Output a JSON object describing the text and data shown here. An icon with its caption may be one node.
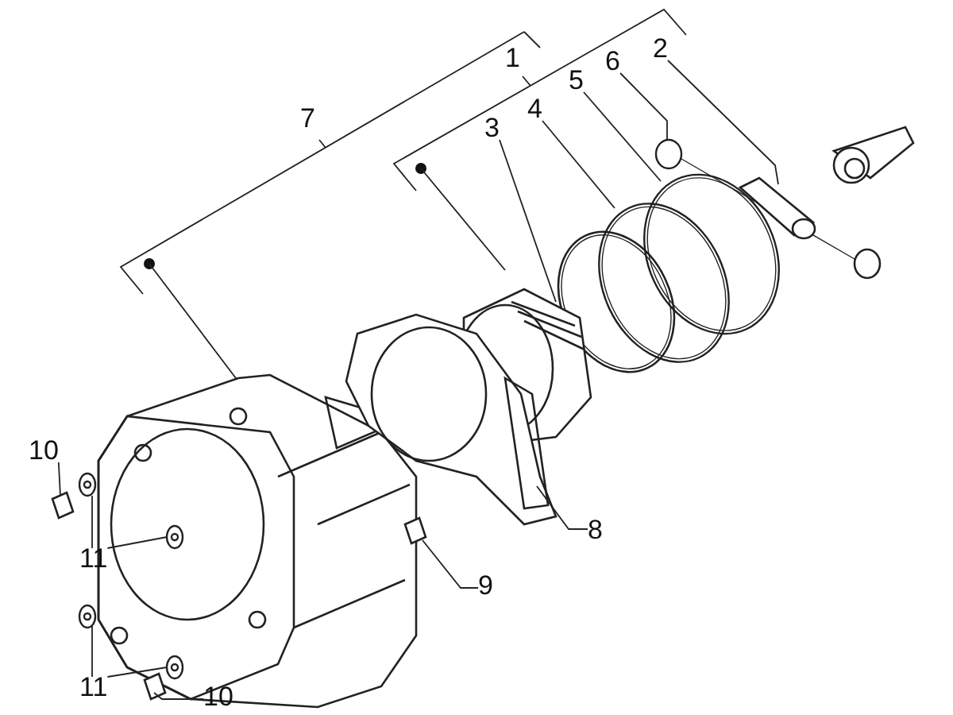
{
  "diagram": {
    "nodes": [
      {
        "text": [
          "2"
        ]
      },
      {
        "text": [
          "1"
        ]
      },
      {
        "text": [
          "6"
        ]
      },
      {
        "text": [
          "5"
        ]
      },
      {
        "text": [
          "4"
        ]
      },
      {
        "text": [
          "3"
        ]
      },
      {
        "text": [
          "7"
        ]
      },
      {
        "text": [
          "10"
        ]
      },
      {
        "text": [
          "8"
        ]
      },
      {
        "text": [
          "11"
        ]
      },
      {
        "text": [
          "9"
        ]
      },
      {
        "text": [
          "11"
        ]
      },
      {
        "text": [
          "10"
        ]
      },
      {
        "text": [],
        "shape": "circle"
      },
      {
        "text": [],
        "shape": "cylinder"
      },
      {
        "text": [],
        "shape": "circle"
      },
      {
        "text": [],
        "shape": "circle"
      },
      {
        "text": [],
        "shape": "picture"
      },
      {
        "text": [],
        "shape": "picture"
      },
      {
        "text": [],
        "shape": "picture"
      },
      {
        "text": [],
        "shape": "circle"
      },
      {
        "text": [],
        "shape": "circle"
      },
      {
        "text": [],
        "shape": "cylinder"
      },
      {
        "text": [],
        "shape": "circle"
      },
      {
        "text": [],
        "shape": "circle"
      },
      {
        "text": [],
        "shape": "picture"
      }
    ],
    "edges": [
      {
        "from": 0,
        "to": 14,
        "arrow": "none"
      },
      {
        "from": 2,
        "to": 13,
        "arrow": "none"
      },
      {
        "from": 3,
        "to": 15,
        "arrow": "none"
      },
      {
        "from": 4,
        "to": 16,
        "arrow": "none"
      },
      {
        "from": 5,
        "to": 17,
        "arrow": "none"
      },
      {
        "from": 7,
        "to": 18,
        "arrow": "none"
      },
      {
        "from": 8,
        "to": 19,
        "arrow": "none"
      },
      {
        "from": 9,
        "to": 20,
        "arrow": "none"
      },
      {
        "from": 9,
        "to": 21,
        "arrow": "none"
      },
      {
        "from": 10,
        "to": 22,
        "arrow": "none"
      },
      {
        "from": 11,
        "to": 23,
        "arrow": "none"
      },
      {
        "from": 11,
        "to": 24,
        "arrow": "none"
      },
      {
        "from": 12,
        "to": 25,
        "arrow": "none"
      }
    ]
  }
}
